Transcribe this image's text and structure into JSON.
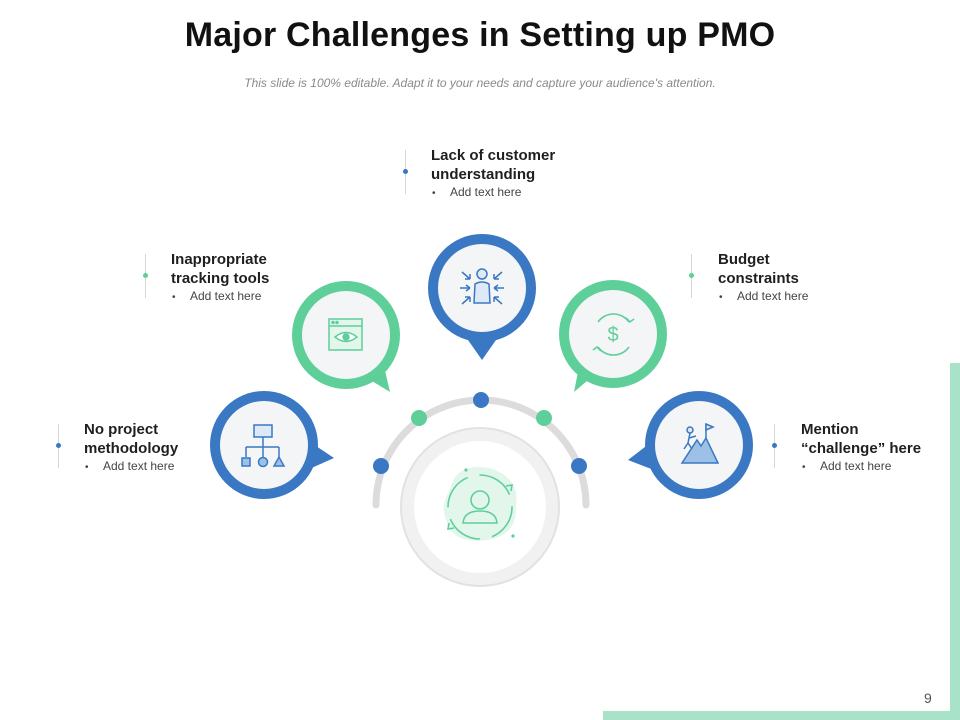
{
  "slide": {
    "title": "Major Challenges in Setting up PMO",
    "subtitle": "This slide is 100% editable. Adapt it to your needs and capture your audience's attention.",
    "page_number": "9"
  },
  "colors": {
    "blue": "#3a78c3",
    "green": "#5fcf9a",
    "track": "#dcdcdc"
  },
  "challenges": [
    {
      "heading": "No project methodology",
      "line1": "No project",
      "line2": "methodology",
      "bullet": "Add text here",
      "icon": "hierarchy-chart-icon",
      "color": "blue"
    },
    {
      "heading": "Inappropriate tracking tools",
      "line1": "Inappropriate",
      "line2": "tracking tools",
      "bullet": "Add text here",
      "icon": "browser-eye-icon",
      "color": "green"
    },
    {
      "heading": "Lack of customer understanding",
      "line1": "Lack of customer",
      "line2": "understanding",
      "bullet": "Add text here",
      "icon": "person-arrows-icon",
      "color": "blue"
    },
    {
      "heading": "Budget constraints",
      "line1": "Budget",
      "line2": "constraints",
      "bullet": "Add text here",
      "icon": "dollar-cycle-icon",
      "color": "green"
    },
    {
      "heading": "Mention “challenge” here",
      "line1": "Mention",
      "line2": "“challenge” here",
      "bullet": "Add text here",
      "icon": "climber-flag-icon",
      "color": "blue"
    }
  ],
  "center": {
    "icon": "user-cycle-icon"
  }
}
